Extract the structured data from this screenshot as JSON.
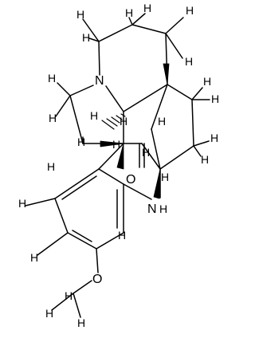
{
  "molecule": {
    "atom_labels": {
      "amine_n": "N",
      "indoline_nh_n": "N",
      "indoline_nh_h": "H",
      "ketone_o": "O",
      "ether_o": "O",
      "hydrogens": [
        "H",
        "H",
        "H",
        "H",
        "H",
        "H",
        "H",
        "H",
        "H",
        "H",
        "H",
        "H",
        "H",
        "H",
        "H",
        "H",
        "H",
        "H",
        "H",
        "H",
        "H",
        "H",
        "H",
        "H",
        "H",
        "H"
      ]
    }
  }
}
